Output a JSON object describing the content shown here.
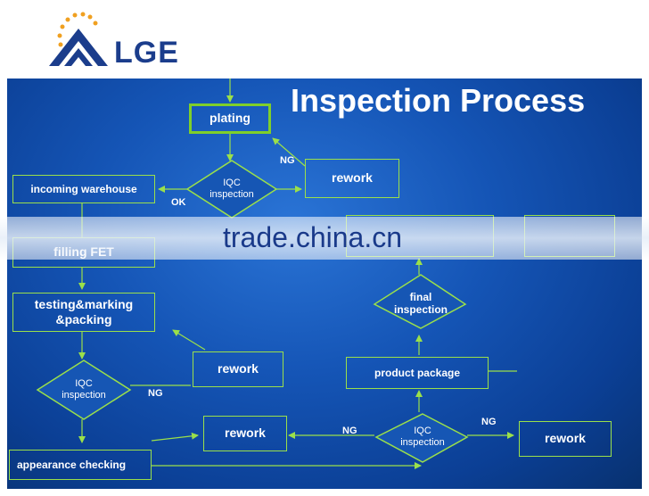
{
  "logo": {
    "text": "LGE"
  },
  "title": "Inspection Process",
  "watermark": "trade.china.cn",
  "boxes": {
    "plating": "plating",
    "incoming_warehouse": "incoming warehouse",
    "filling": "filling FET",
    "testing": "testing&marking\n&packing",
    "appearance": "appearance checking",
    "product_package": "product package",
    "rework_top": "rework",
    "rework_mid": "rework",
    "rework_bottom_left": "rework",
    "rework_bottom_right": "rework"
  },
  "diamonds": {
    "iqc_top": "IQC\ninspection",
    "iqc_left": "IQC\ninspection",
    "iqc_bottom": "IQC\ninspection",
    "final": "final\ninspection"
  },
  "labels": {
    "ng_top": "NG",
    "ok": "OK",
    "ng_left": "NG",
    "ng_bottom_left": "NG",
    "ng_bottom_right": "NG"
  },
  "colors": {
    "accent": "#9be04a",
    "background": "#1555b6",
    "logo": "#1b3d8c",
    "logo_dots": "#f0a020"
  }
}
